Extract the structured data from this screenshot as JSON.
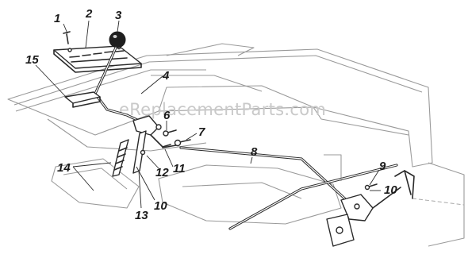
{
  "diagram": {
    "watermark": "eReplacementParts.com",
    "callouts": [
      {
        "id": "c1",
        "text": "1"
      },
      {
        "id": "c2",
        "text": "2"
      },
      {
        "id": "c3",
        "text": "3"
      },
      {
        "id": "c4",
        "text": "4"
      },
      {
        "id": "c6",
        "text": "6"
      },
      {
        "id": "c7",
        "text": "7"
      },
      {
        "id": "c8",
        "text": "8"
      },
      {
        "id": "c9",
        "text": "9"
      },
      {
        "id": "c10a",
        "text": "10"
      },
      {
        "id": "c10b",
        "text": "10"
      },
      {
        "id": "c11",
        "text": "11"
      },
      {
        "id": "c12",
        "text": "12"
      },
      {
        "id": "c13",
        "text": "13"
      },
      {
        "id": "c14",
        "text": "14"
      },
      {
        "id": "c15",
        "text": "15"
      }
    ]
  }
}
